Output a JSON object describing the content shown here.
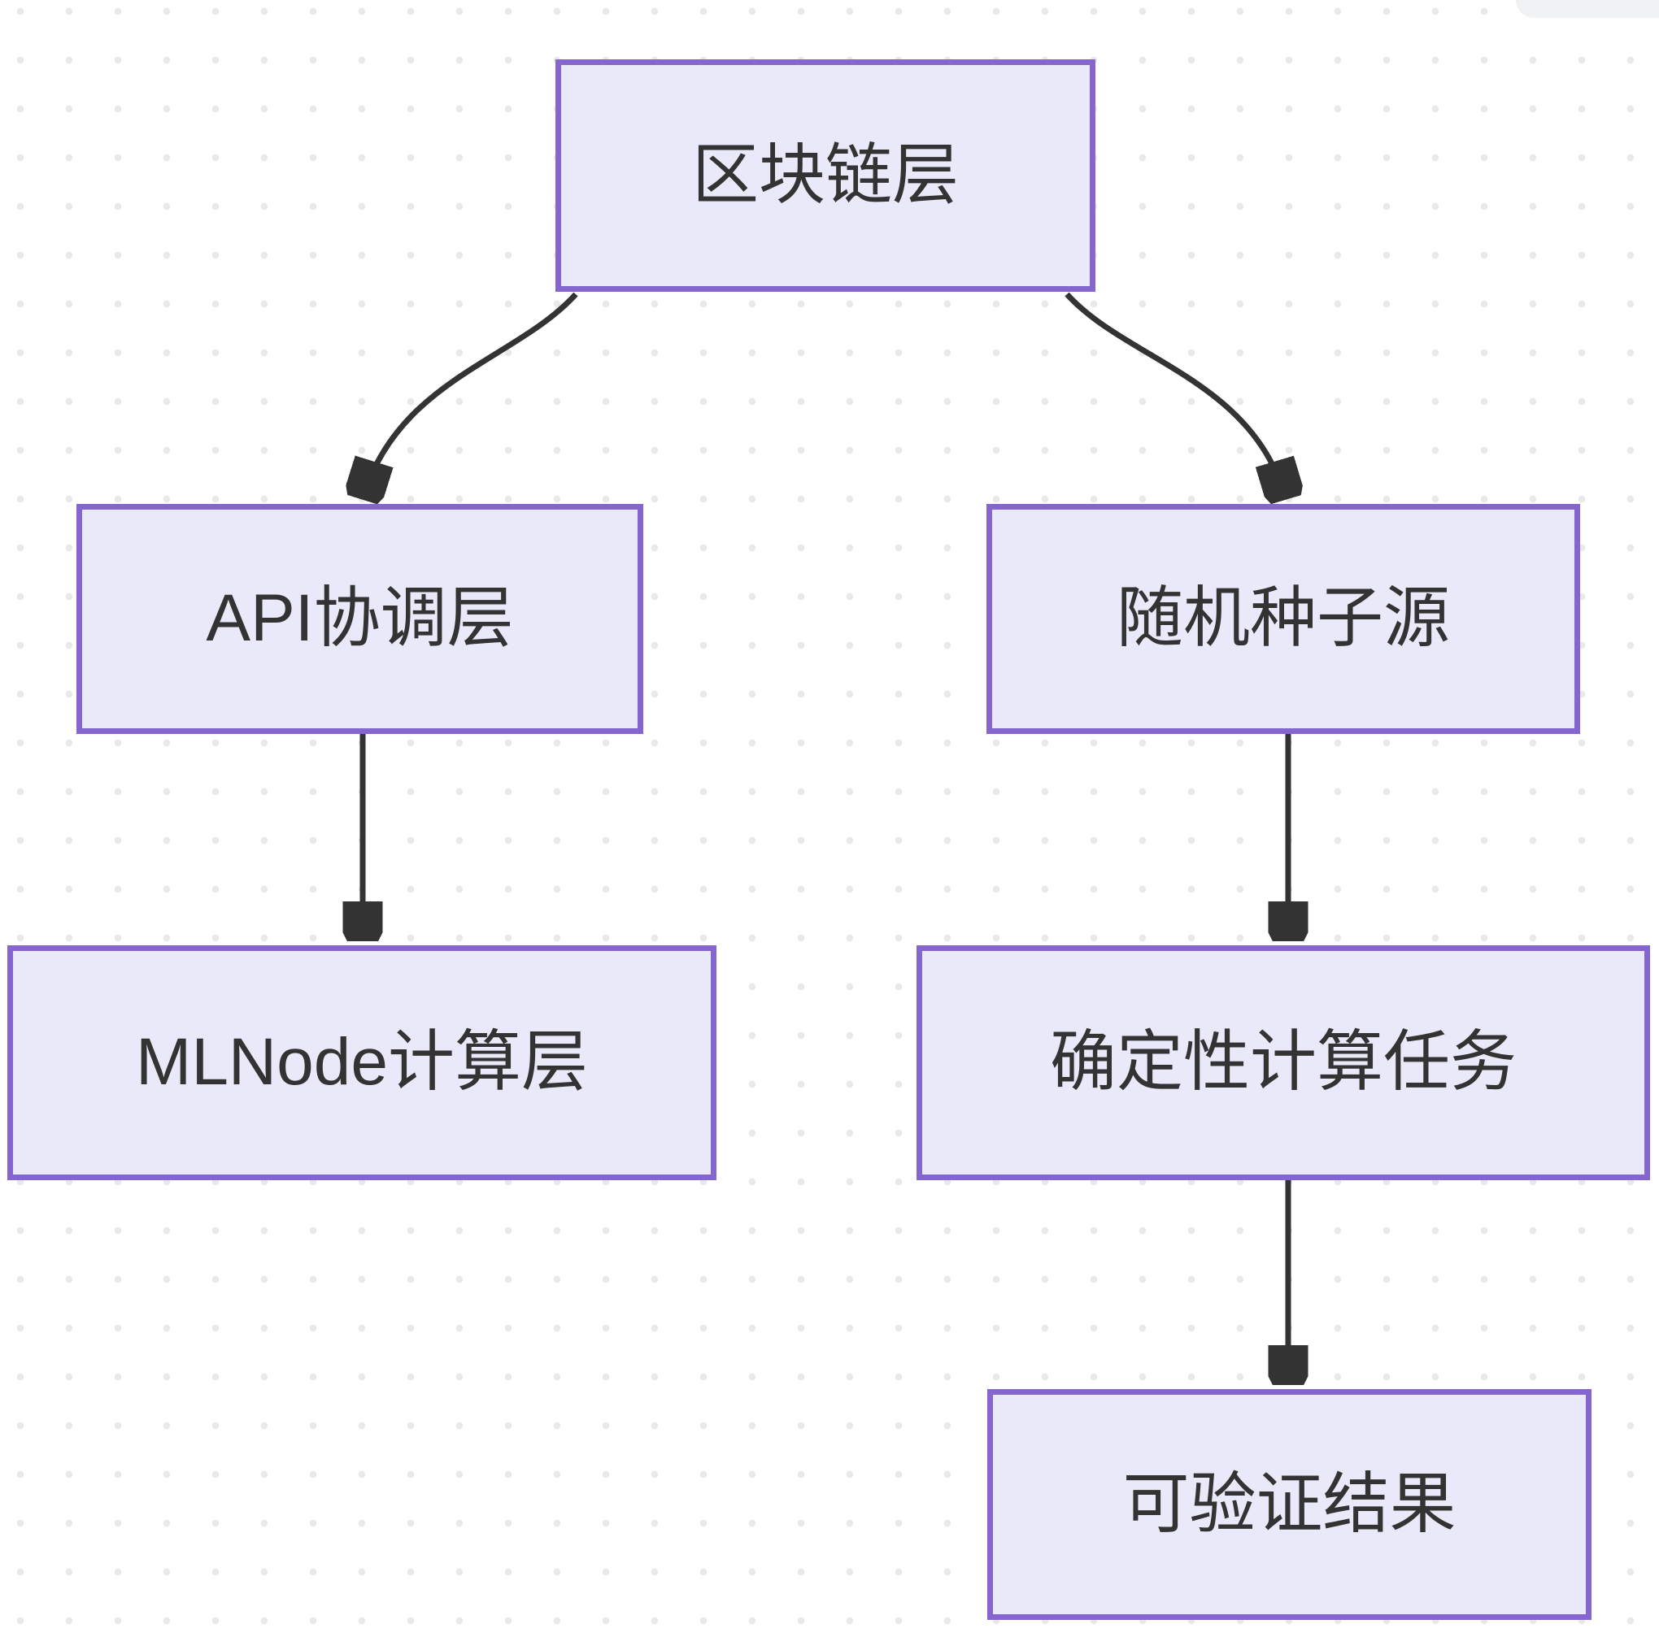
{
  "colors": {
    "bg": "#FFFFFF",
    "dot": "#E9E9EB",
    "node-fill": "#EAE9FA",
    "node-border": "#8566CE",
    "edge": "#333333",
    "text": "#333333",
    "corner-panel": "#F1F2F4"
  },
  "diagram": {
    "type": "flowchart",
    "direction": "top-down",
    "nodes": {
      "blockchain": {
        "label": "区块链层"
      },
      "api": {
        "label": "API协调层"
      },
      "seed": {
        "label": "随机种子源"
      },
      "mlnode": {
        "label": "MLNode计算层"
      },
      "deterministic": {
        "label": "确定性计算任务"
      },
      "verifiable": {
        "label": "可验证结果"
      }
    },
    "edges": [
      {
        "from": "区块链层",
        "to": "API协调层"
      },
      {
        "from": "区块链层",
        "to": "随机种子源"
      },
      {
        "from": "API协调层",
        "to": "MLNode计算层"
      },
      {
        "from": "随机种子源",
        "to": "确定性计算任务"
      },
      {
        "from": "确定性计算任务",
        "to": "可验证结果"
      }
    ]
  }
}
